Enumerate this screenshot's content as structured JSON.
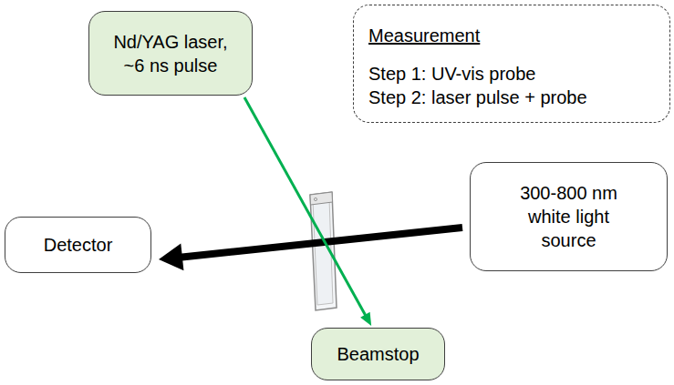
{
  "diagram": {
    "nodes": [
      {
        "text": [
          "Nd/YAG laser, ~6 ns pulse"
        ]
      },
      {
        "text": [
          "Measurement",
          "Step 1: UV-vis probe",
          "Step 2: laser pulse + probe"
        ]
      },
      {
        "text": [
          "300-800 nm white light source"
        ]
      },
      {
        "text": [
          "Detector"
        ]
      },
      {
        "text": [
          "Beamstop"
        ]
      }
    ],
    "edges": [
      {
        "from": 2,
        "to": 3,
        "arrow": "to"
      },
      {
        "from": 0,
        "to": 4,
        "arrow": "to"
      }
    ]
  }
}
